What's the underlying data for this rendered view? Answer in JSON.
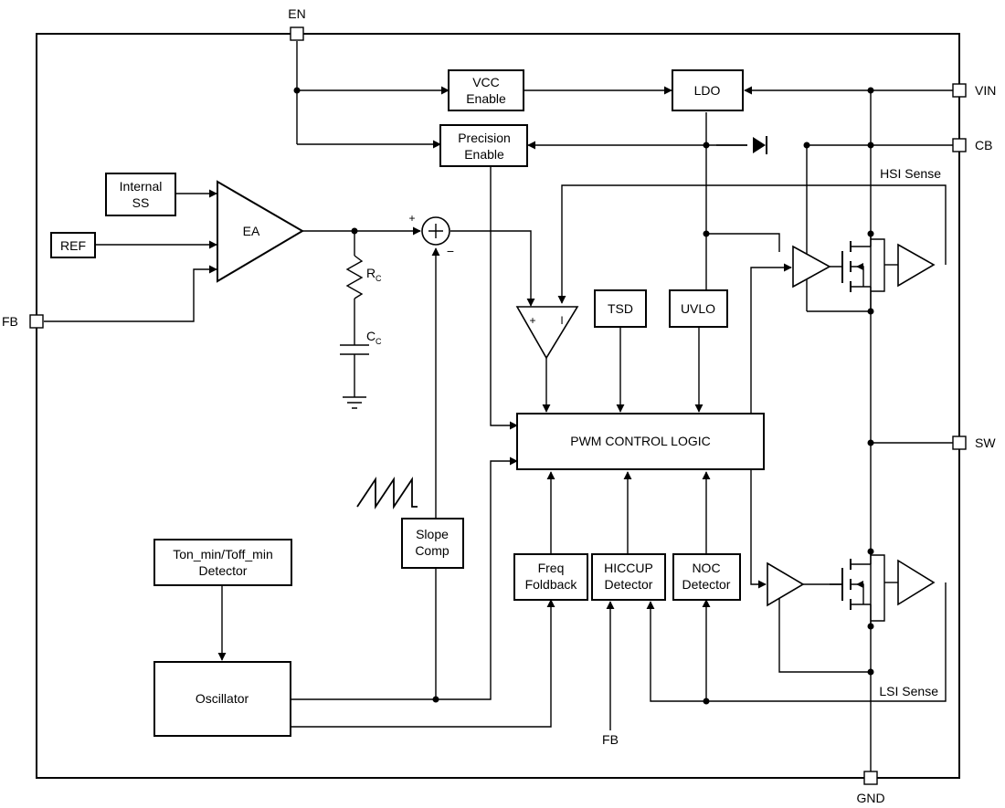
{
  "pins": {
    "en": "EN",
    "vin": "VIN",
    "cb": "CB",
    "sw": "SW",
    "fb_left": "FB",
    "fb_bottom": "FB",
    "gnd": "GND"
  },
  "blocks": {
    "vcc_enable": [
      "VCC",
      "Enable"
    ],
    "ldo": "LDO",
    "precision_enable": [
      "Precision",
      "Enable"
    ],
    "internal_ss": [
      "Internal",
      "SS"
    ],
    "ref": "REF",
    "ea": "EA",
    "tsd": "TSD",
    "uvlo": "UVLO",
    "pwm_logic": "PWM CONTROL LOGIC",
    "slope_comp": [
      "Slope",
      "Comp"
    ],
    "ton_toff": [
      "Ton_min/Toff_min",
      "Detector"
    ],
    "oscillator": "Oscillator",
    "freq_foldback": [
      "Freq",
      "Foldback"
    ],
    "hiccup": [
      "HICCUP",
      "Detector"
    ],
    "noc": [
      "NOC",
      "Detector"
    ]
  },
  "components": {
    "rc": "R",
    "rc_sub": "C",
    "cc": "C",
    "cc_sub": "C"
  },
  "signs": {
    "sum_plus": "+",
    "sum_minus": "−",
    "comp_plus": "+",
    "comp_i": "I"
  },
  "labels": {
    "hsi_sense": "HSI Sense",
    "lsi_sense": "LSI Sense"
  }
}
